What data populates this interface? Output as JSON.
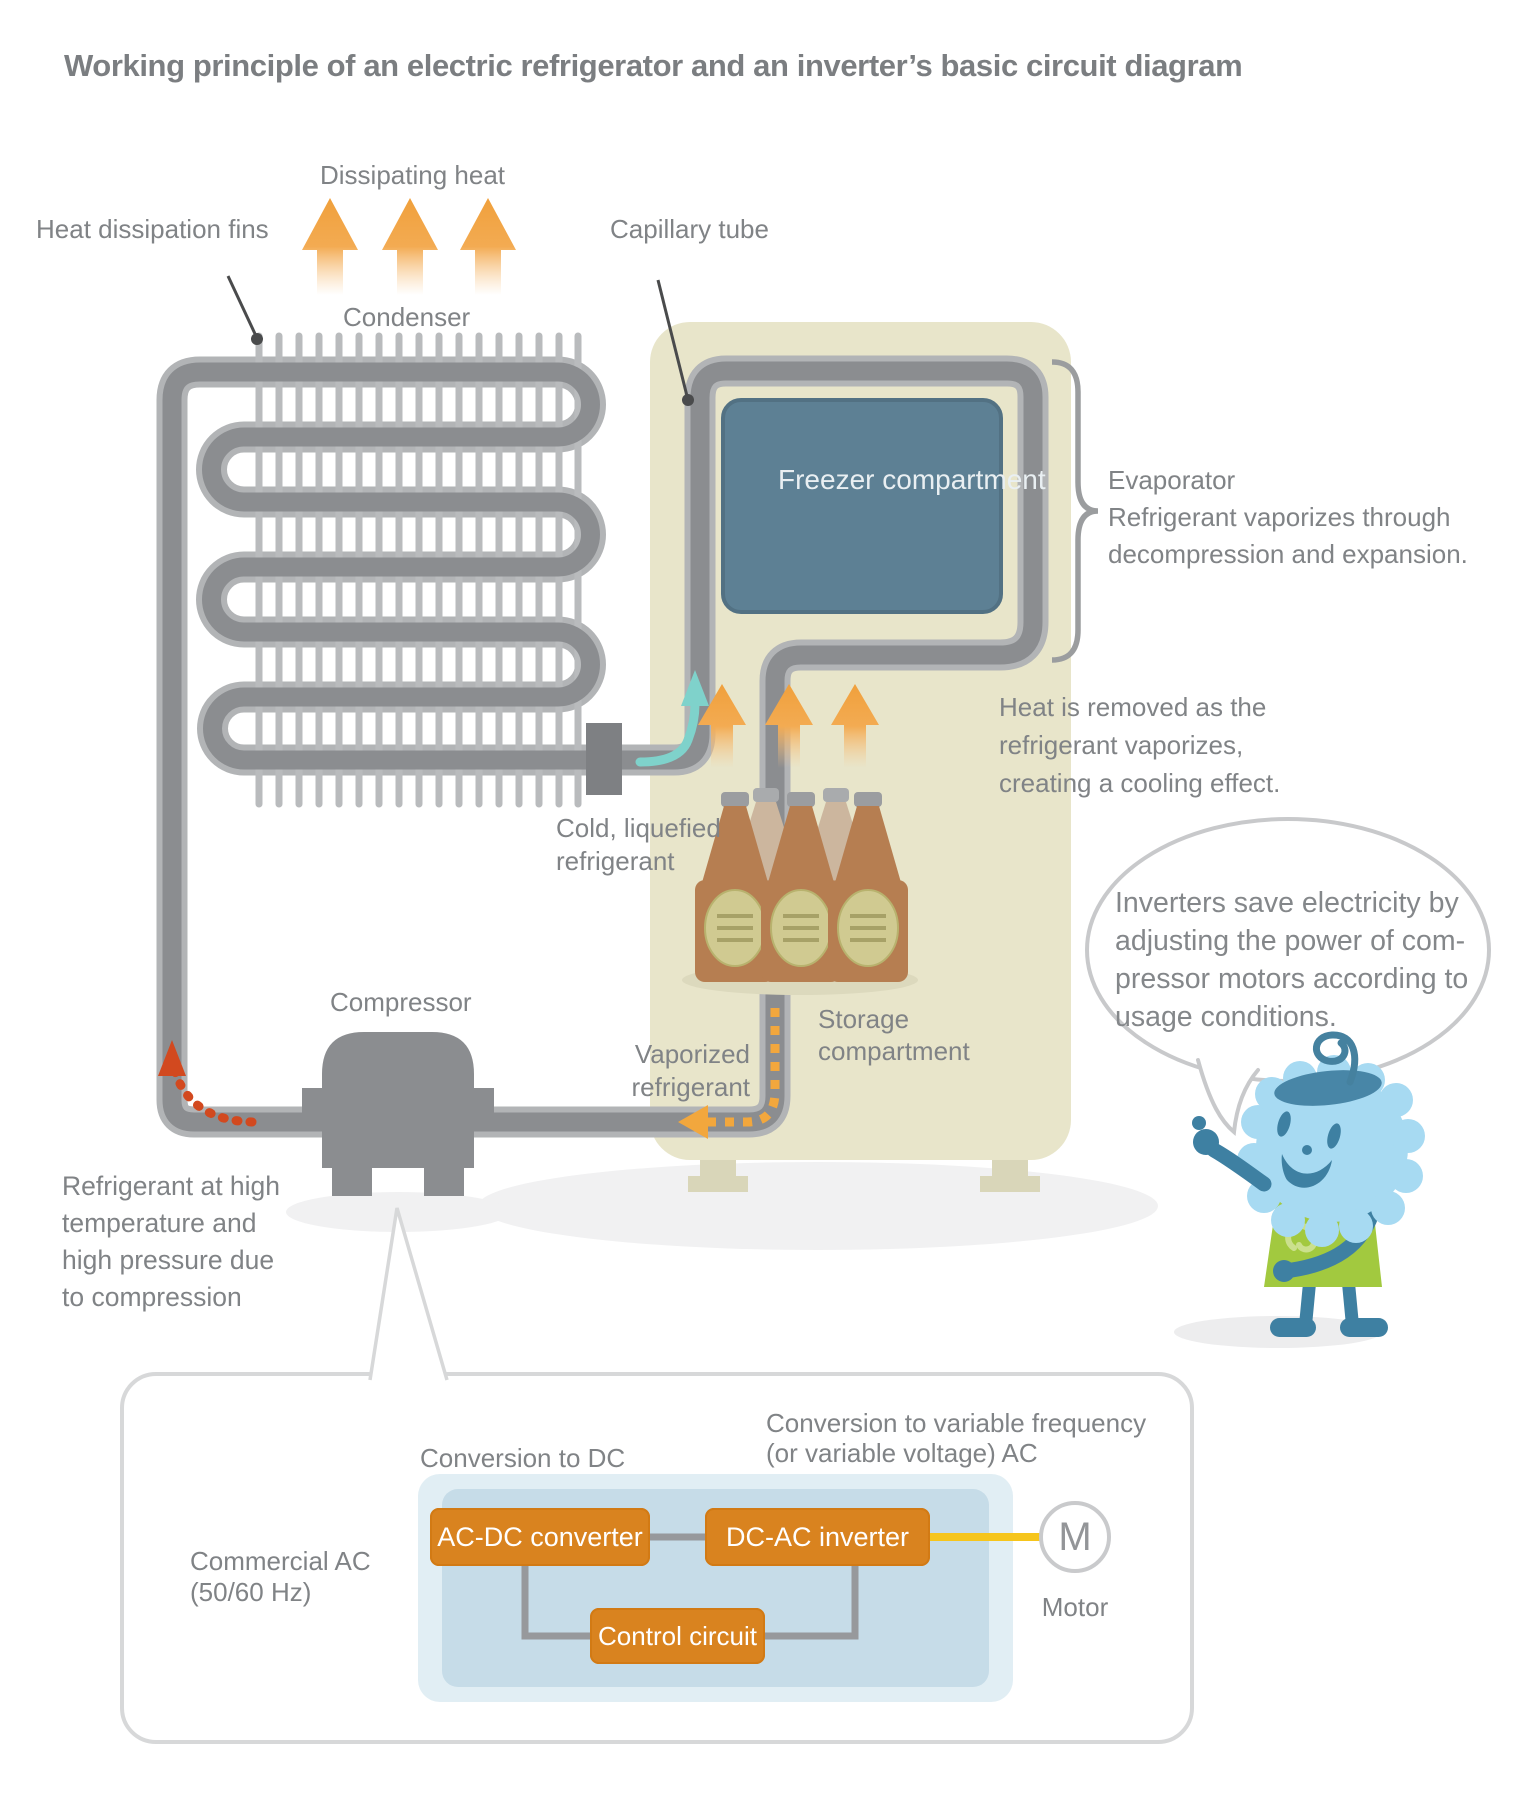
{
  "title": "Working principle of an electric refrigerator and an inverter’s basic circuit diagram",
  "labels": {
    "dissipating_heat": "Dissipating heat",
    "heat_dissipation_fins": "Heat dissipation fins",
    "condenser": "Condenser",
    "capillary_tube": "Capillary tube",
    "freezer_compartment": [
      "Freezer",
      "compartment"
    ],
    "evaporator": [
      "Evaporator",
      "Refrigerant vaporizes through",
      "decompression and expansion."
    ],
    "heat_removed": [
      "Heat is removed as the",
      "refrigerant vaporizes,",
      "creating a cooling effect."
    ],
    "cold_liquefied": [
      "Cold, liquefied",
      "refrigerant"
    ],
    "storage_compartment": [
      "Storage",
      "compartment"
    ],
    "vaporized": [
      "Vaporized",
      "refrigerant"
    ],
    "compressor": "Compressor",
    "high_pressure": [
      "Refrigerant at high",
      "temperature and",
      "high pressure due",
      "to compression"
    ]
  },
  "speech_bubble": [
    "Inverters save electricity by",
    "adjusting the power of com-",
    "pressor motors according to",
    "usage conditions."
  ],
  "circuit": {
    "commercial_ac": [
      "Commercial AC",
      "(50/60 Hz)"
    ],
    "conversion_dc": "Conversion to DC",
    "conversion_ac": [
      "Conversion to variable frequency",
      "(or variable voltage) AC"
    ],
    "ac_dc_converter": "AC-DC converter",
    "dc_ac_inverter": "DC-AC inverter",
    "control_circuit": "Control circuit",
    "motor_symbol": "M",
    "motor_label": "Motor"
  },
  "colors": {
    "accent_orange": "#d9831f",
    "arrow_orange": "#f0a03c",
    "pipe_outer": "#b2b4b6",
    "pipe_inner": "#8b8d90",
    "fridge_body": "#e8e5ca",
    "freezer_teal": "#5d8094",
    "teal_arrow": "#7fd2cb",
    "red_arrow": "#d2491f",
    "panel_blue": "#c6dce8",
    "motor_line_yellow": "#f6c51c",
    "text_gray": "#808386"
  }
}
